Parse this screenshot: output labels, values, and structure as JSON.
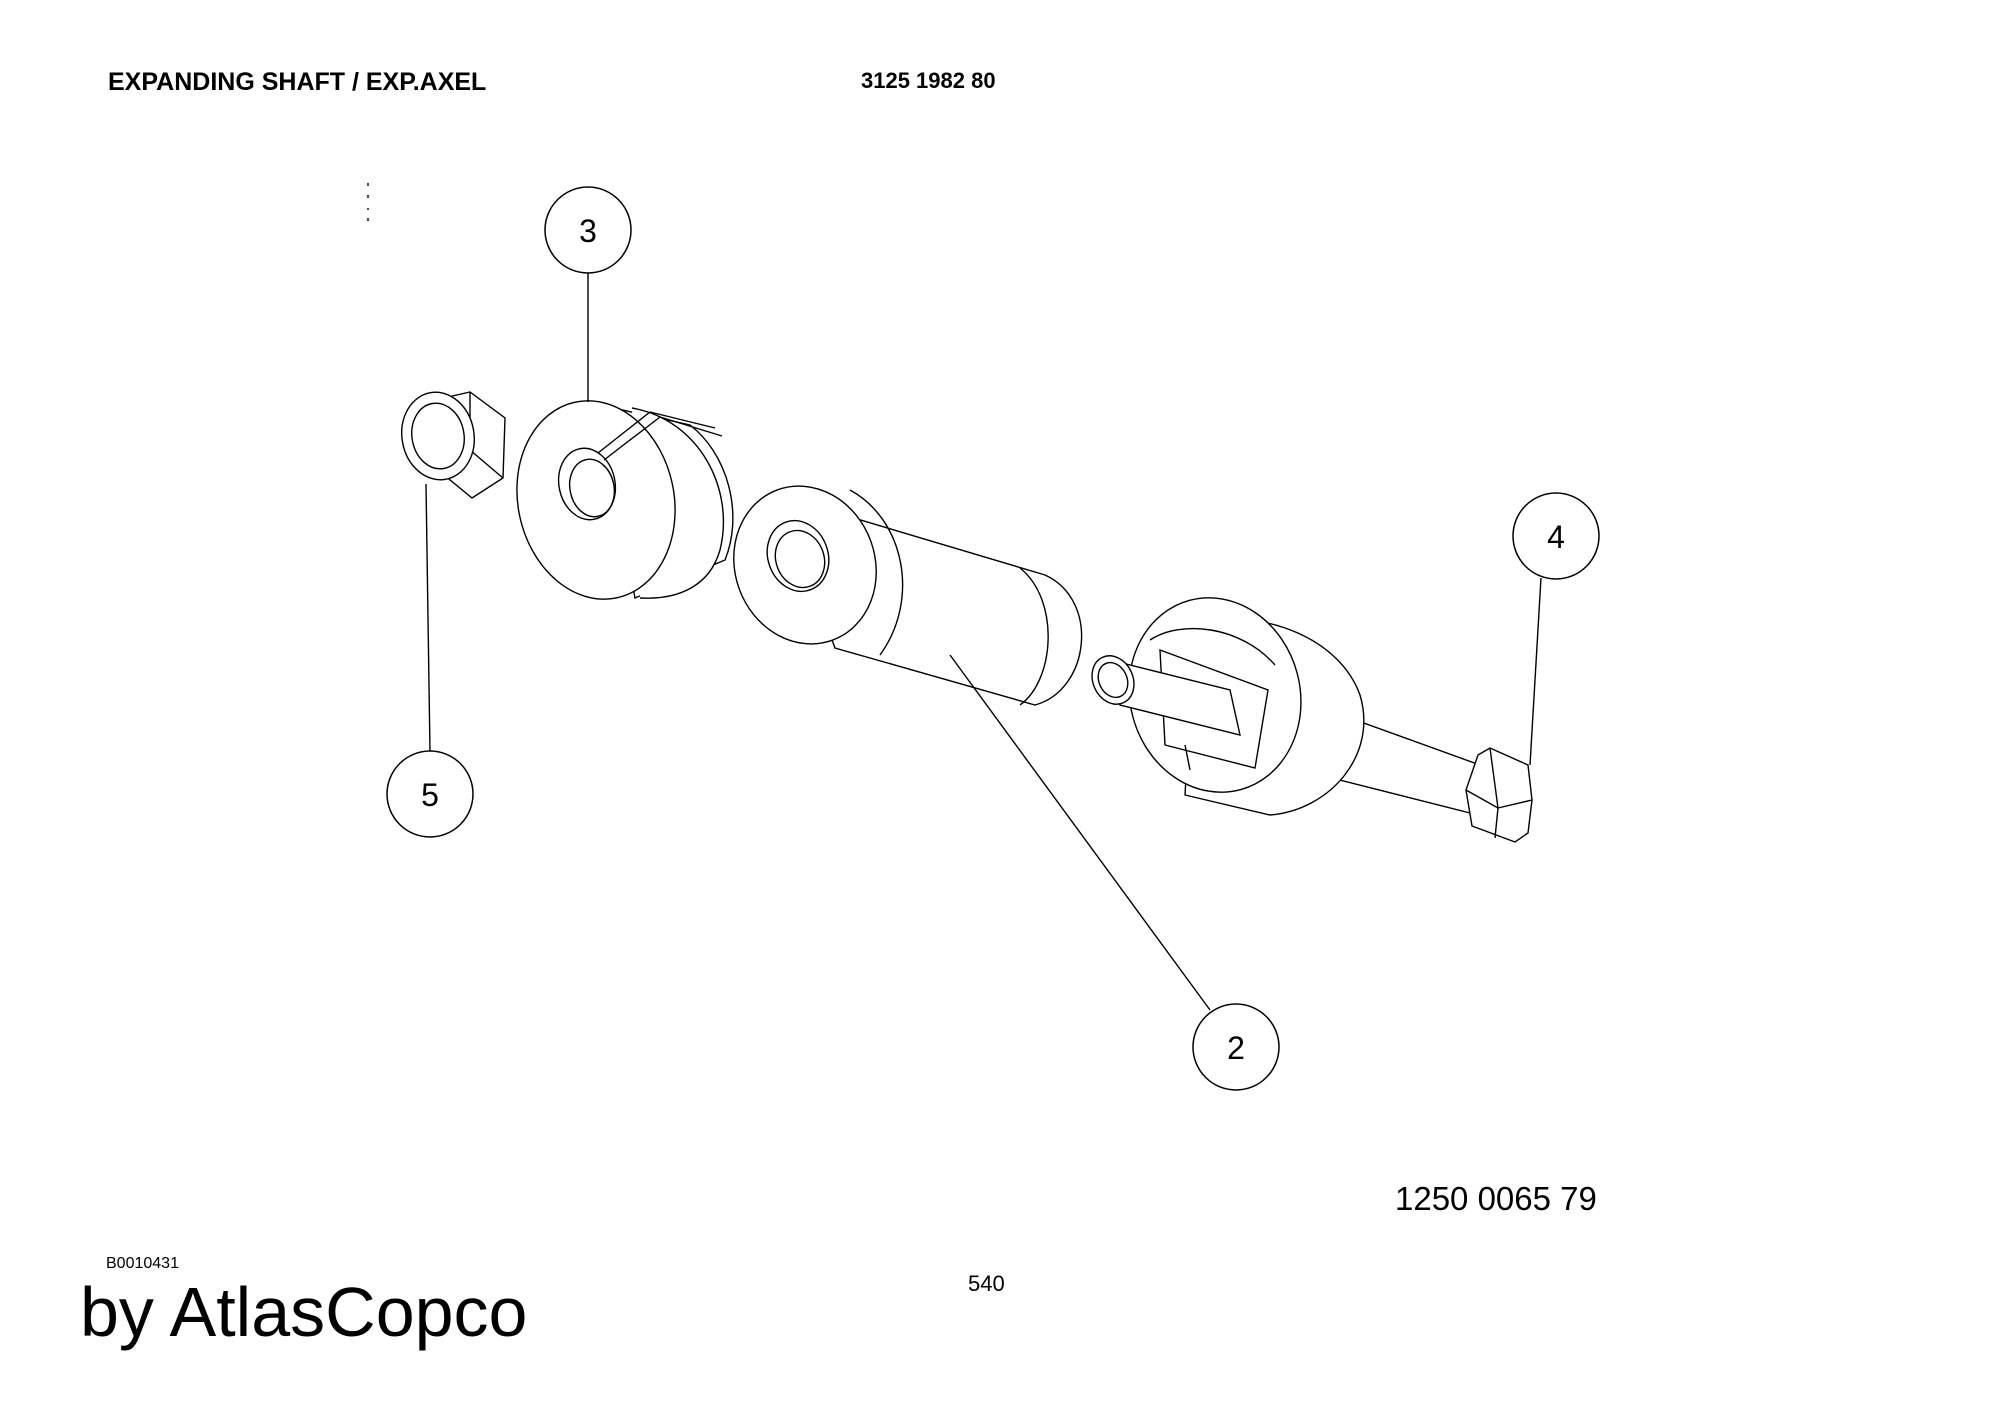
{
  "header": {
    "title": "EXPANDING SHAFT / EXP.AXEL",
    "part_number": "3125 1982 80"
  },
  "footer": {
    "sub_part_number": "1250 0065 79",
    "drawing_code": "B0010431",
    "page_number": "540",
    "brand": "by AtlasCopco"
  },
  "callouts": [
    {
      "id": "2",
      "label": "2"
    },
    {
      "id": "3",
      "label": "3"
    },
    {
      "id": "4",
      "label": "4"
    },
    {
      "id": "5",
      "label": "5"
    }
  ]
}
